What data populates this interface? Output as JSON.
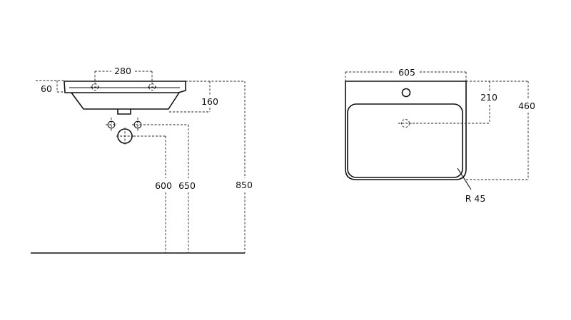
{
  "side_view": {
    "dimensions": {
      "tap_hole_spacing": "280",
      "rim_thickness": "60",
      "basin_depth": "160",
      "supply_height": "600",
      "waste_height": "650",
      "rim_height": "850"
    }
  },
  "top_view": {
    "dimensions": {
      "width": "605",
      "bowl_offset": "210",
      "depth": "460",
      "corner_radius": "R 45"
    }
  }
}
